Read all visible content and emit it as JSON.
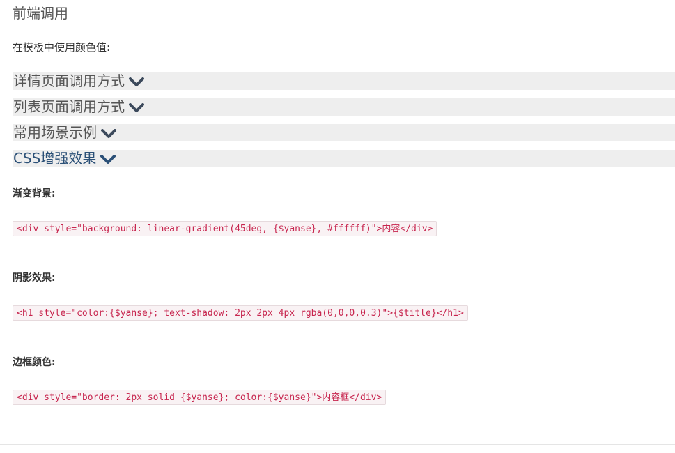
{
  "page_title": "前端调用",
  "intro": "在模板中使用颜色值:",
  "accordion": [
    {
      "title": "详情页面调用方式",
      "active": false
    },
    {
      "title": "列表页面调用方式",
      "active": false
    },
    {
      "title": "常用场景示例",
      "active": false
    },
    {
      "title": "CSS增强效果",
      "active": true
    }
  ],
  "sections": {
    "gradient": {
      "label": "渐变背景:",
      "code": "<div style=\"background: linear-gradient(45deg, {$yanse}, #ffffff)\">内容</div>"
    },
    "shadow": {
      "label": "阴影效果:",
      "code": "<h1 style=\"color:{$yanse}; text-shadow: 2px 2px 4px rgba(0,0,0,0.3)\">{$title}</h1>"
    },
    "border": {
      "label": "边框颜色:",
      "code": "<div style=\"border: 2px solid {$yanse}; color:{$yanse}\">内容框</div>"
    }
  },
  "icons": {
    "chevron": "chevron-down-icon"
  },
  "colors": {
    "active_title": "#2b5077",
    "chevron": "#3c4a5c",
    "code_text": "#c7254e",
    "code_bg": "#f9f2f4",
    "header_bg": "#eeeeee"
  }
}
